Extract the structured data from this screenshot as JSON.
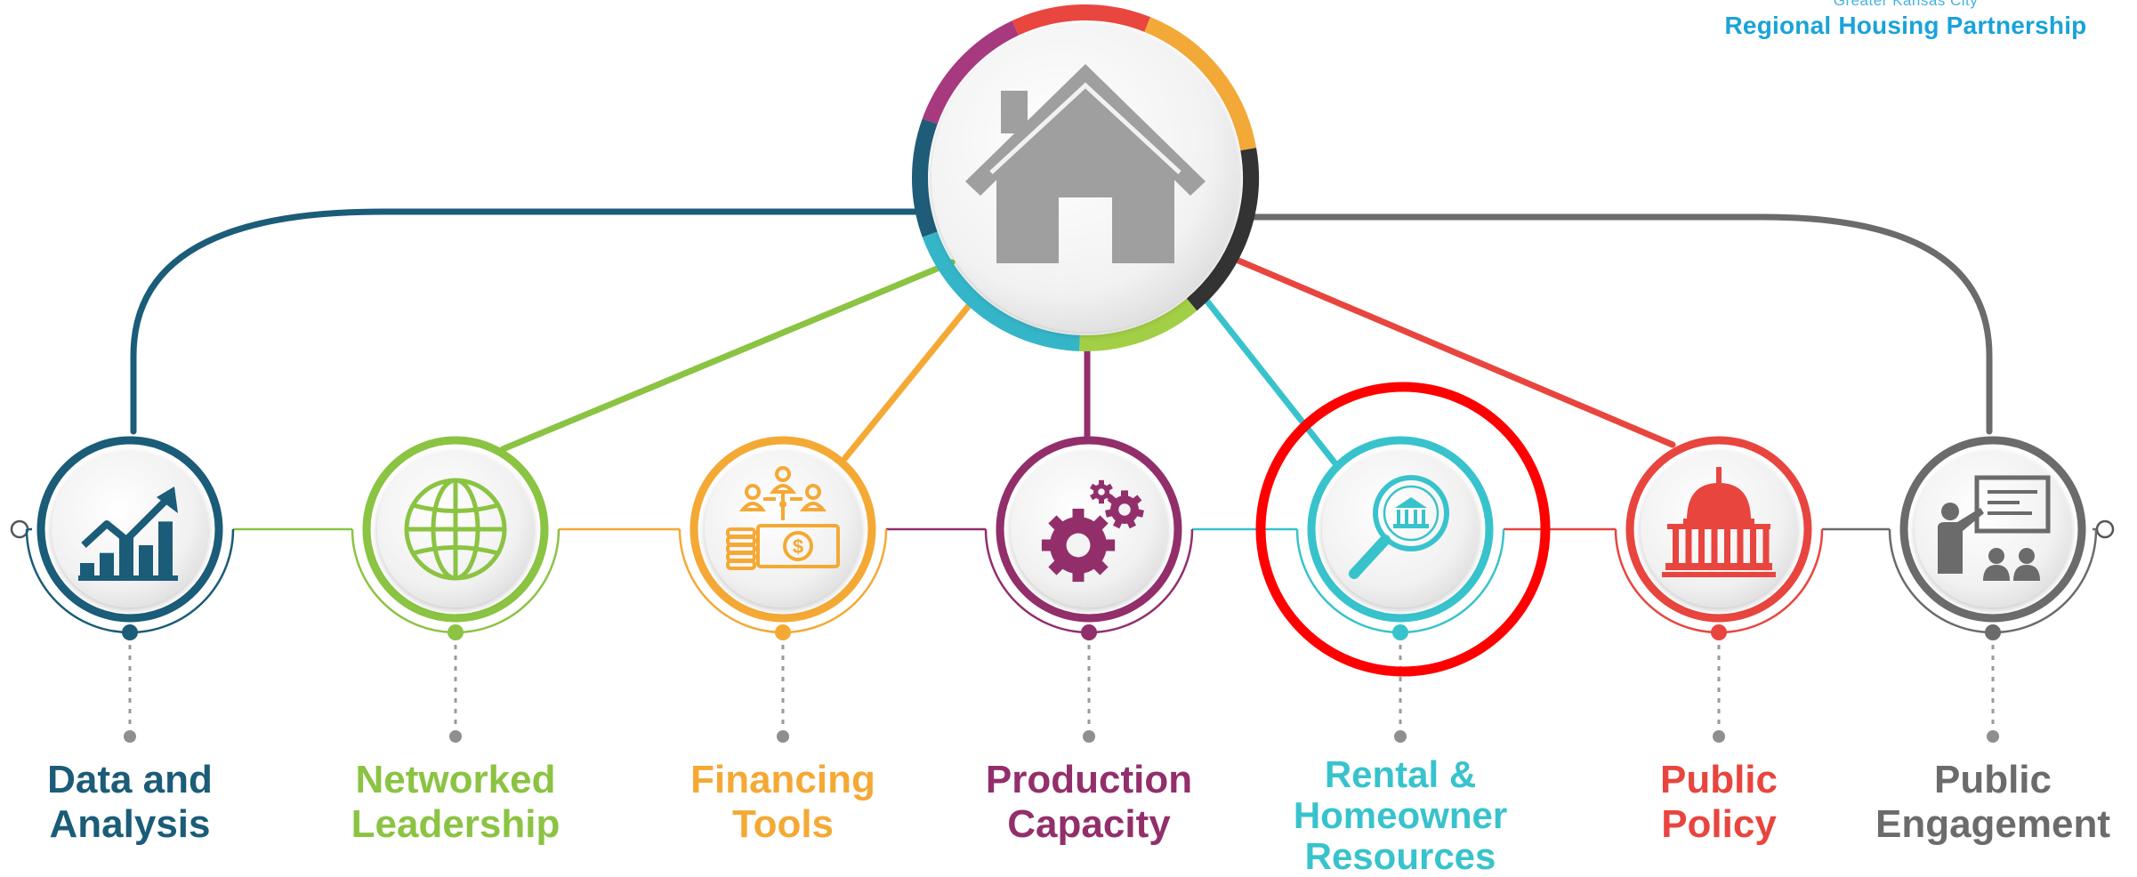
{
  "brand": {
    "subtitle": "Greater Kansas City",
    "title": "Regional Housing Partnership"
  },
  "hub": {
    "icon": "house-icon",
    "ring_colors": [
      "#a7397f",
      "#e9463f",
      "#f3a937",
      "#333333",
      "#a2cf45",
      "#34b6c8",
      "#1f5c78"
    ]
  },
  "pillars": [
    {
      "label": "Data and\nAnalysis",
      "color": "#1b5c78",
      "icon": "growth-chart-icon"
    },
    {
      "label": "Networked\nLeadership",
      "color": "#8bc342",
      "icon": "globe-icon"
    },
    {
      "label": "Financing\nTools",
      "color": "#f4a935",
      "icon": "money-people-icon"
    },
    {
      "label": "Production\nCapacity",
      "color": "#922f6b",
      "icon": "gears-icon"
    },
    {
      "label": "Rental &\nHomeowner\nResources",
      "color": "#38c3cc",
      "icon": "bank-search-icon",
      "highlighted": true
    },
    {
      "label": "Public\nPolicy",
      "color": "#e8453f",
      "icon": "capitol-icon"
    },
    {
      "label": "Public\nEngagement",
      "color": "#6b6b6b",
      "icon": "presentation-icon"
    }
  ],
  "highlight_color": "#ff0000"
}
